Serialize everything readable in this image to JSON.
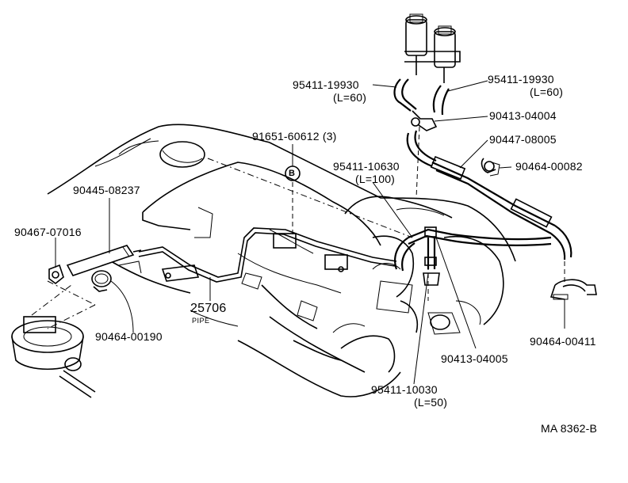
{
  "drawing_id": "MA 8362-B",
  "callouts": [
    {
      "id": "c1",
      "part_no": "95411-19930",
      "qualifier": "(L=60)"
    },
    {
      "id": "c2",
      "part_no": "95411-19930",
      "qualifier": "(L=60)"
    },
    {
      "id": "c3",
      "part_no": "90413-04004",
      "qualifier": ""
    },
    {
      "id": "c4",
      "part_no": "90447-08005",
      "qualifier": ""
    },
    {
      "id": "c5",
      "part_no": "90464-00082",
      "qualifier": ""
    },
    {
      "id": "c6",
      "part_no": "91651-60612",
      "qualifier": "(3)"
    },
    {
      "id": "c7",
      "part_no": "95411-10630",
      "qualifier": "(L=100)"
    },
    {
      "id": "c8",
      "part_no": "90445-08237",
      "qualifier": ""
    },
    {
      "id": "c9",
      "part_no": "90467-07016",
      "qualifier": ""
    },
    {
      "id": "c10",
      "part_no": "25706",
      "qualifier": "PIPE"
    },
    {
      "id": "c11",
      "part_no": "90464-00190",
      "qualifier": ""
    },
    {
      "id": "c12",
      "part_no": "90413-04005",
      "qualifier": ""
    },
    {
      "id": "c13",
      "part_no": "90464-00411",
      "qualifier": ""
    },
    {
      "id": "c14",
      "part_no": "95411-10030",
      "qualifier": "(L=50)"
    }
  ],
  "bolt_marker": "B"
}
